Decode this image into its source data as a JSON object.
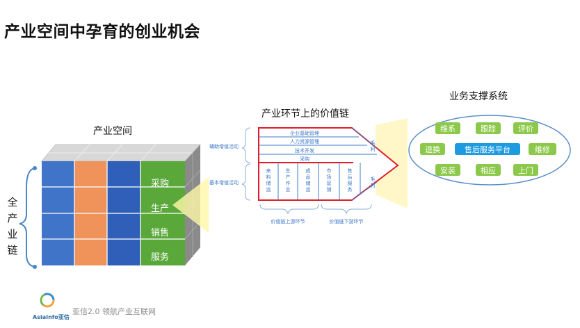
{
  "title": "产业空间中孕育的创业机会",
  "industry_space": {
    "caption": "产业空间",
    "left_label_chars": [
      "全",
      "产",
      "业",
      "链"
    ],
    "stages": [
      "采购",
      "生产",
      "销售",
      "服务"
    ]
  },
  "value_chain": {
    "caption": "产业环节上的价值链",
    "support_label": "辅助增值活动",
    "basic_label": "基本增值活动",
    "support_rows": [
      "企业基础管理",
      "人力资源管理",
      "技术开发",
      "采购"
    ],
    "basic_cols": [
      "来料储运",
      "生产作业",
      "成品储运",
      "市场营销",
      "售后服务"
    ],
    "margin_chars": [
      "毛",
      "利"
    ],
    "upstream_label": "价值链上游环节",
    "downstream_label": "价值链下游环节"
  },
  "support_system": {
    "caption": "业务支撑系统",
    "row1": [
      "维系",
      "跟踪",
      "评价"
    ],
    "center": "售后服务平台",
    "left": "退换",
    "right": "维修",
    "row3": [
      "安装",
      "相应",
      "上门"
    ]
  },
  "footer": {
    "logo_text": "AsiaInfo亚信",
    "text": "亚信2.0  领航产业互联网"
  },
  "colors": {
    "blue": "#3f74c8",
    "orange": "#f0935a",
    "dark_blue": "#2f5fb8",
    "green": "#5aa83a",
    "brace": "#4a86c8",
    "chain_red": "#e11d2a",
    "chain_blue": "#3c78c8",
    "pill_green": "#8cc84a",
    "pill_center": "#1e9be0",
    "ellipse": "#5b8fc8"
  }
}
